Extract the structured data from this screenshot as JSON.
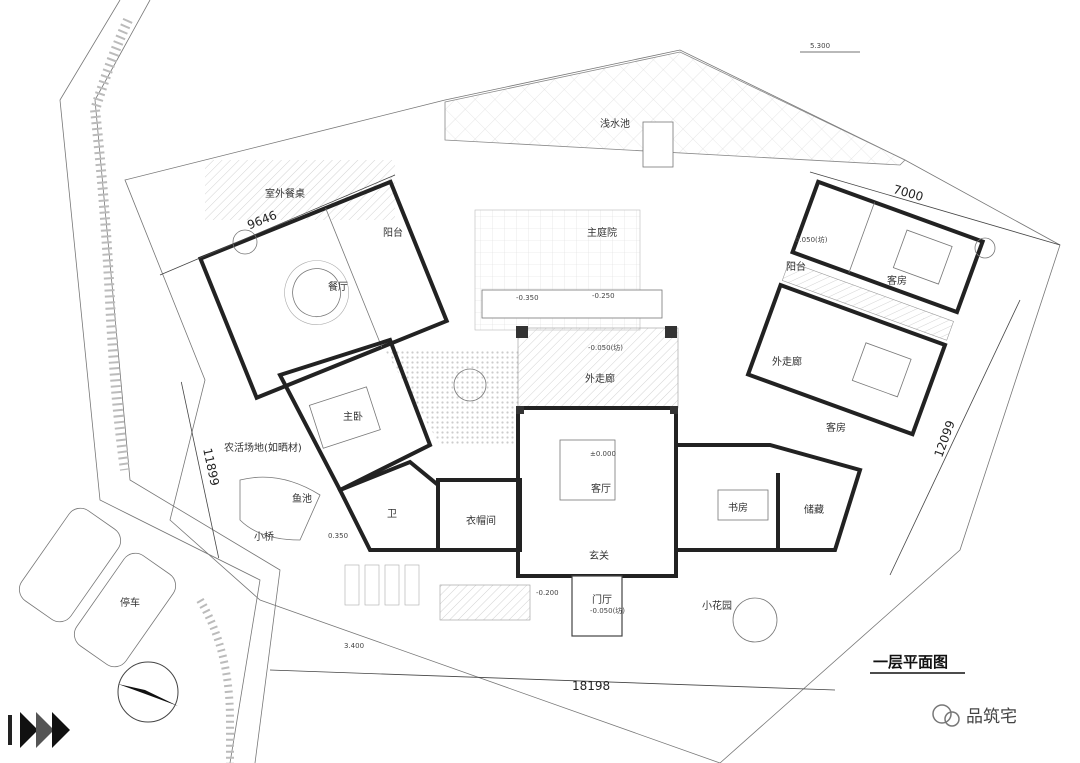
{
  "plan": {
    "title": "一层平面图",
    "brand": "品筑宅",
    "rooms": {
      "shallow_pool": "浅水池",
      "outdoor_dining": "室外餐桌",
      "balcony_left": "阳台",
      "dining": "餐厅",
      "main_courtyard": "主庭院",
      "balcony_right": "阳台",
      "guest_room_top": "客房",
      "outer_corridor_right": "外走廊",
      "guest_room_mid": "客房",
      "outer_corridor_center": "外走廊",
      "master_bedroom": "主卧",
      "farm_area": "农活场地(如晒材)",
      "fish_pond": "鱼池",
      "bathroom": "卫",
      "wardrobe": "衣帽间",
      "living_room": "客厅",
      "entrance": "玄关",
      "study": "书房",
      "storage": "储藏",
      "small_bridge": "小桥",
      "parking": "停车",
      "foyer": "门厅",
      "small_garden": "小花园"
    },
    "dimensions": {
      "top_right": "7000",
      "top_left": "9646",
      "left": "11899",
      "right": "12099",
      "bottom": "18198"
    },
    "levels": {
      "north_top": "5.300",
      "courtyard_a": "-0.350",
      "courtyard_b": "-0.250",
      "corridor": "-0.050(坊)",
      "living": "±0.000",
      "foyer_a": "-0.200",
      "foyer_b": "-0.050(坊)",
      "south": "3.400",
      "pond": "0.350",
      "guest_balcony": "0.050(坊)"
    }
  }
}
